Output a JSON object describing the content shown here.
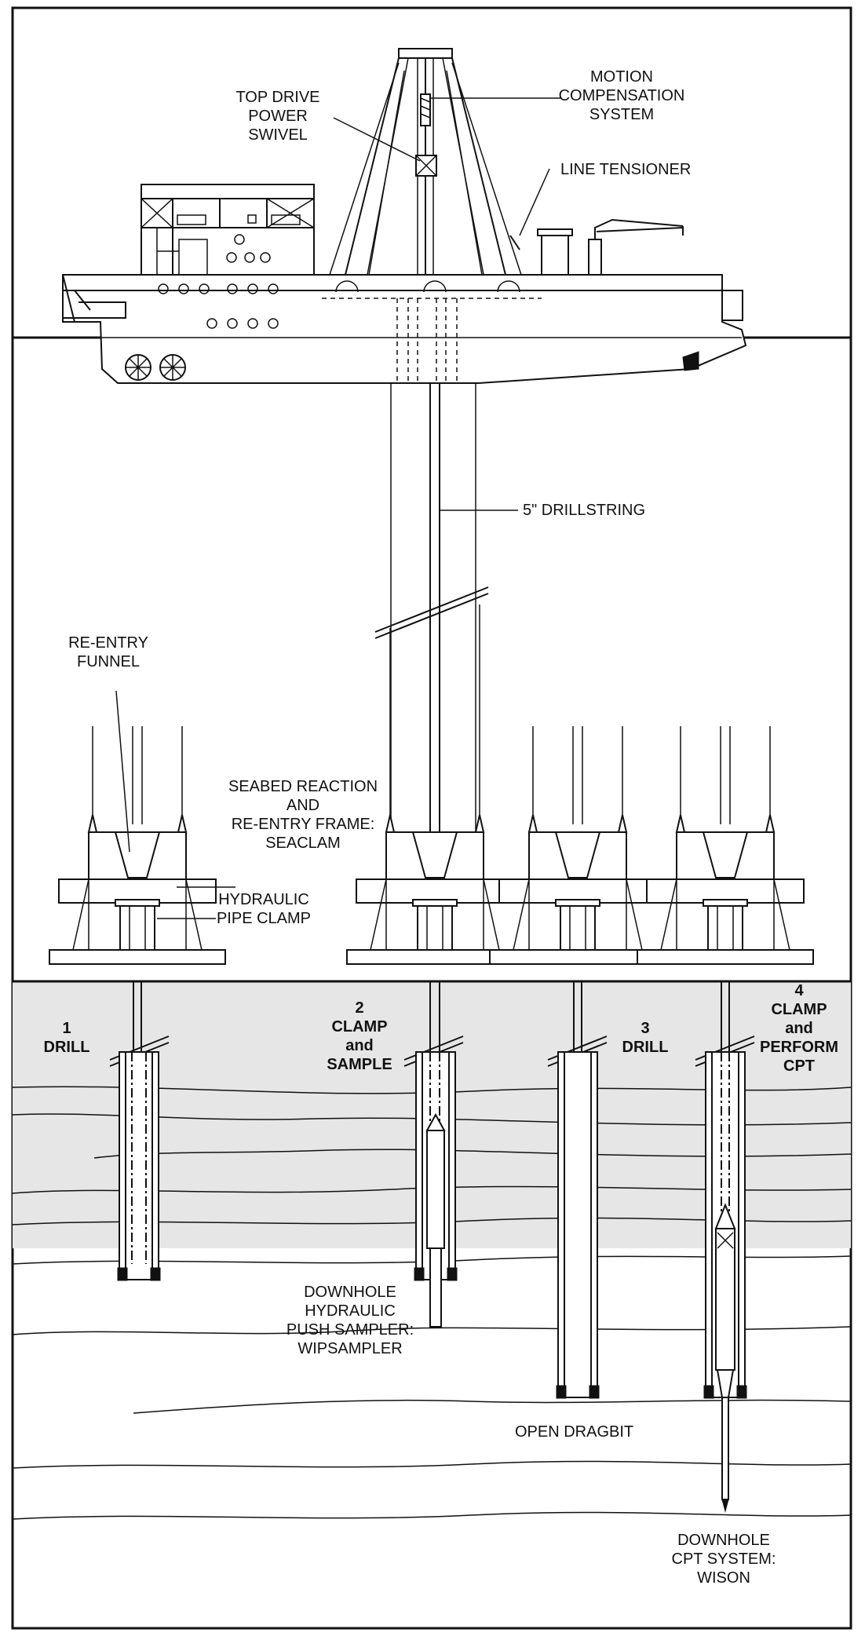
{
  "labels": {
    "top_drive": [
      "TOP DRIVE",
      "POWER",
      "SWIVEL"
    ],
    "motion_comp": [
      "MOTION",
      "COMPENSATION",
      "SYSTEM"
    ],
    "line_tensioner": "LINE TENSIONER",
    "drillstring": "5\" DRILLSTRING",
    "reentry_funnel": [
      "RE-ENTRY",
      "FUNNEL"
    ],
    "seabed_frame": [
      "SEABED REACTION",
      "AND",
      "RE-ENTRY FRAME:",
      "SEACLAM"
    ],
    "pipe_clamp": [
      "HYDRAULIC",
      "PIPE CLAMP"
    ],
    "push_sampler": [
      "DOWNHOLE",
      "HYDRAULIC",
      "PUSH SAMPLER:",
      "WIPSAMPLER"
    ],
    "open_dragbit": "OPEN DRAGBIT",
    "cpt_system": [
      "DOWNHOLE",
      "CPT SYSTEM:",
      "WISON"
    ]
  },
  "steps": [
    {
      "lines": [
        "1",
        "DRILL"
      ]
    },
    {
      "lines": [
        "2",
        "CLAMP",
        "and",
        "SAMPLE"
      ]
    },
    {
      "lines": [
        "3",
        "DRILL"
      ]
    },
    {
      "lines": [
        "4",
        "CLAMP",
        "and",
        "PERFORM",
        "CPT"
      ]
    }
  ],
  "colors": {
    "line": "#111111",
    "seabed_fill": "#e6e6e6",
    "background": "#ffffff"
  }
}
